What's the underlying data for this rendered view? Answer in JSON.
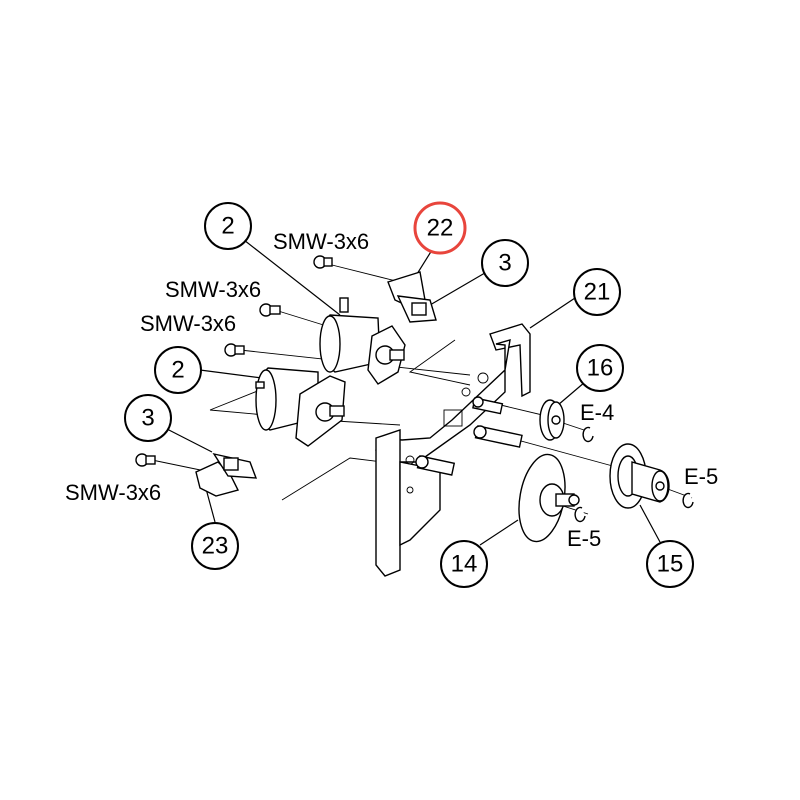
{
  "callouts": {
    "c2_top": "2",
    "c22": "22",
    "c3_top": "3",
    "c21": "21",
    "c2_mid": "2",
    "c16": "16",
    "c3_left": "3",
    "c23": "23",
    "c14": "14",
    "c15": "15"
  },
  "labels": {
    "smw_1": "SMW-3x6",
    "smw_2": "SMW-3x6",
    "smw_3": "SMW-3x6",
    "smw_4": "SMW-3x6",
    "e4": "E-4",
    "e5_right": "E-5",
    "e5_bottom": "E-5"
  },
  "colors": {
    "highlight": "#e8453c",
    "line": "#000000"
  }
}
